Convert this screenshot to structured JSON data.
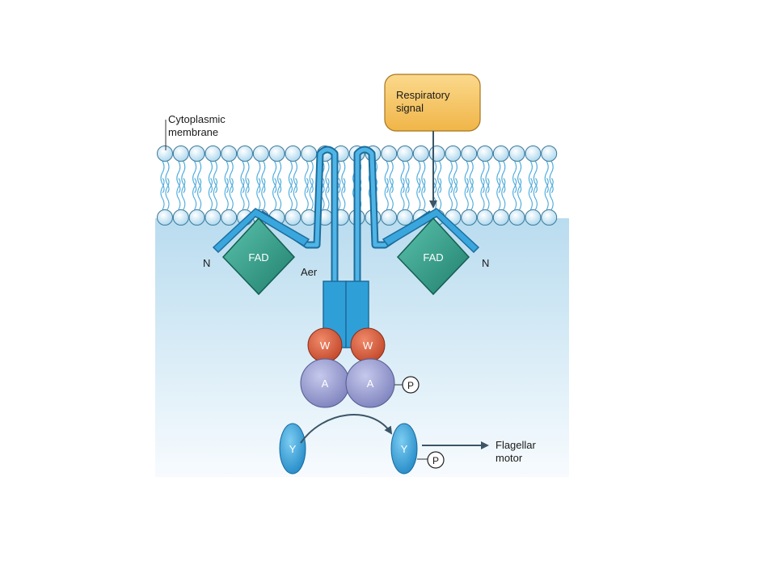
{
  "labels": {
    "membrane_line1": "Cytoplasmic",
    "membrane_line2": "membrane",
    "signal_line1": "Respiratory",
    "signal_line2": "signal",
    "fad": "FAD",
    "n_terminus": "N",
    "aer": "Aer",
    "w": "W",
    "a": "A",
    "p": "P",
    "y": "Y",
    "output_line1": "Flagellar",
    "output_line2": "motor"
  },
  "colors": {
    "cytoplasm_top": "#b9dcef",
    "cytoplasm_bottom": "#f7fbfe",
    "lipid_head": "#cfe9f6",
    "lipid_tail": "#4aa9dc",
    "receptor": "#2f9fd8",
    "fad_domain": "#2c9b87",
    "signal_box": "#f6c667",
    "w_protein": "#d9603f",
    "a_protein": "#9ea3d3",
    "y_protein": "#3fa4dc",
    "arrow": "#3b5566"
  }
}
